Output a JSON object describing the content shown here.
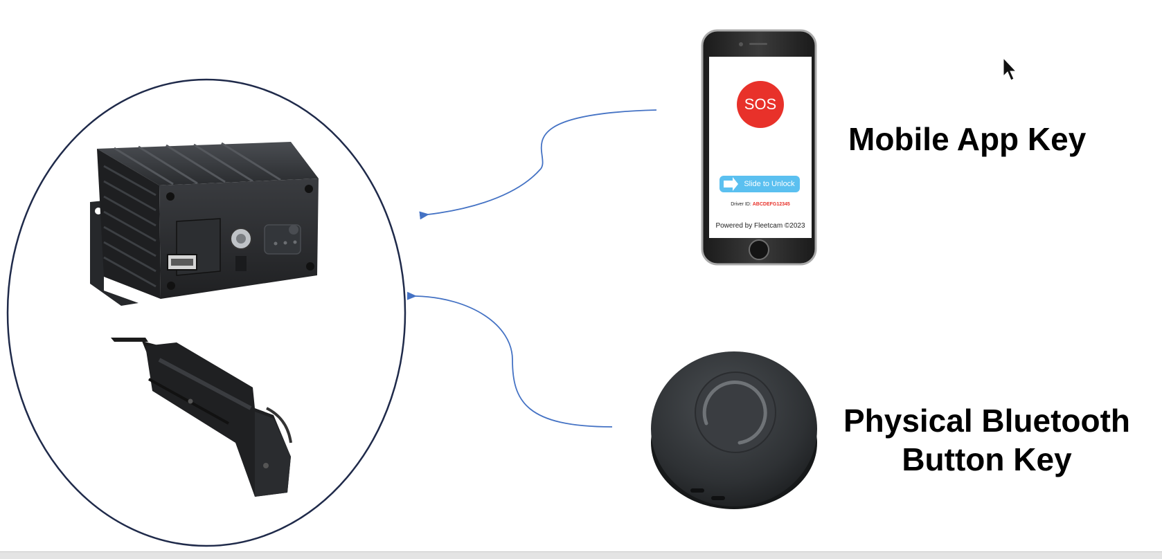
{
  "labels": {
    "mobile_app_key": "Mobile App Key",
    "bt_line1": "Physical Bluetooth",
    "bt_line2": "Button Key"
  },
  "phone_screen": {
    "sos": "SOS",
    "slide": "Slide to Unlock",
    "driver_id_label": "Driver ID:",
    "driver_id_value": "ABCDEFG12345",
    "powered_by": "Powered by Fleetcam ©2023"
  },
  "colors": {
    "arrow": "#4472c4",
    "ellipse": "#1f2a4a",
    "sos_red": "#e8312a",
    "slide_blue": "#5bc0f0",
    "device_dark": "#2b2d30"
  },
  "icons": {
    "cursor": "mouse-pointer-icon",
    "arrow_right": "arrow-right-icon"
  }
}
